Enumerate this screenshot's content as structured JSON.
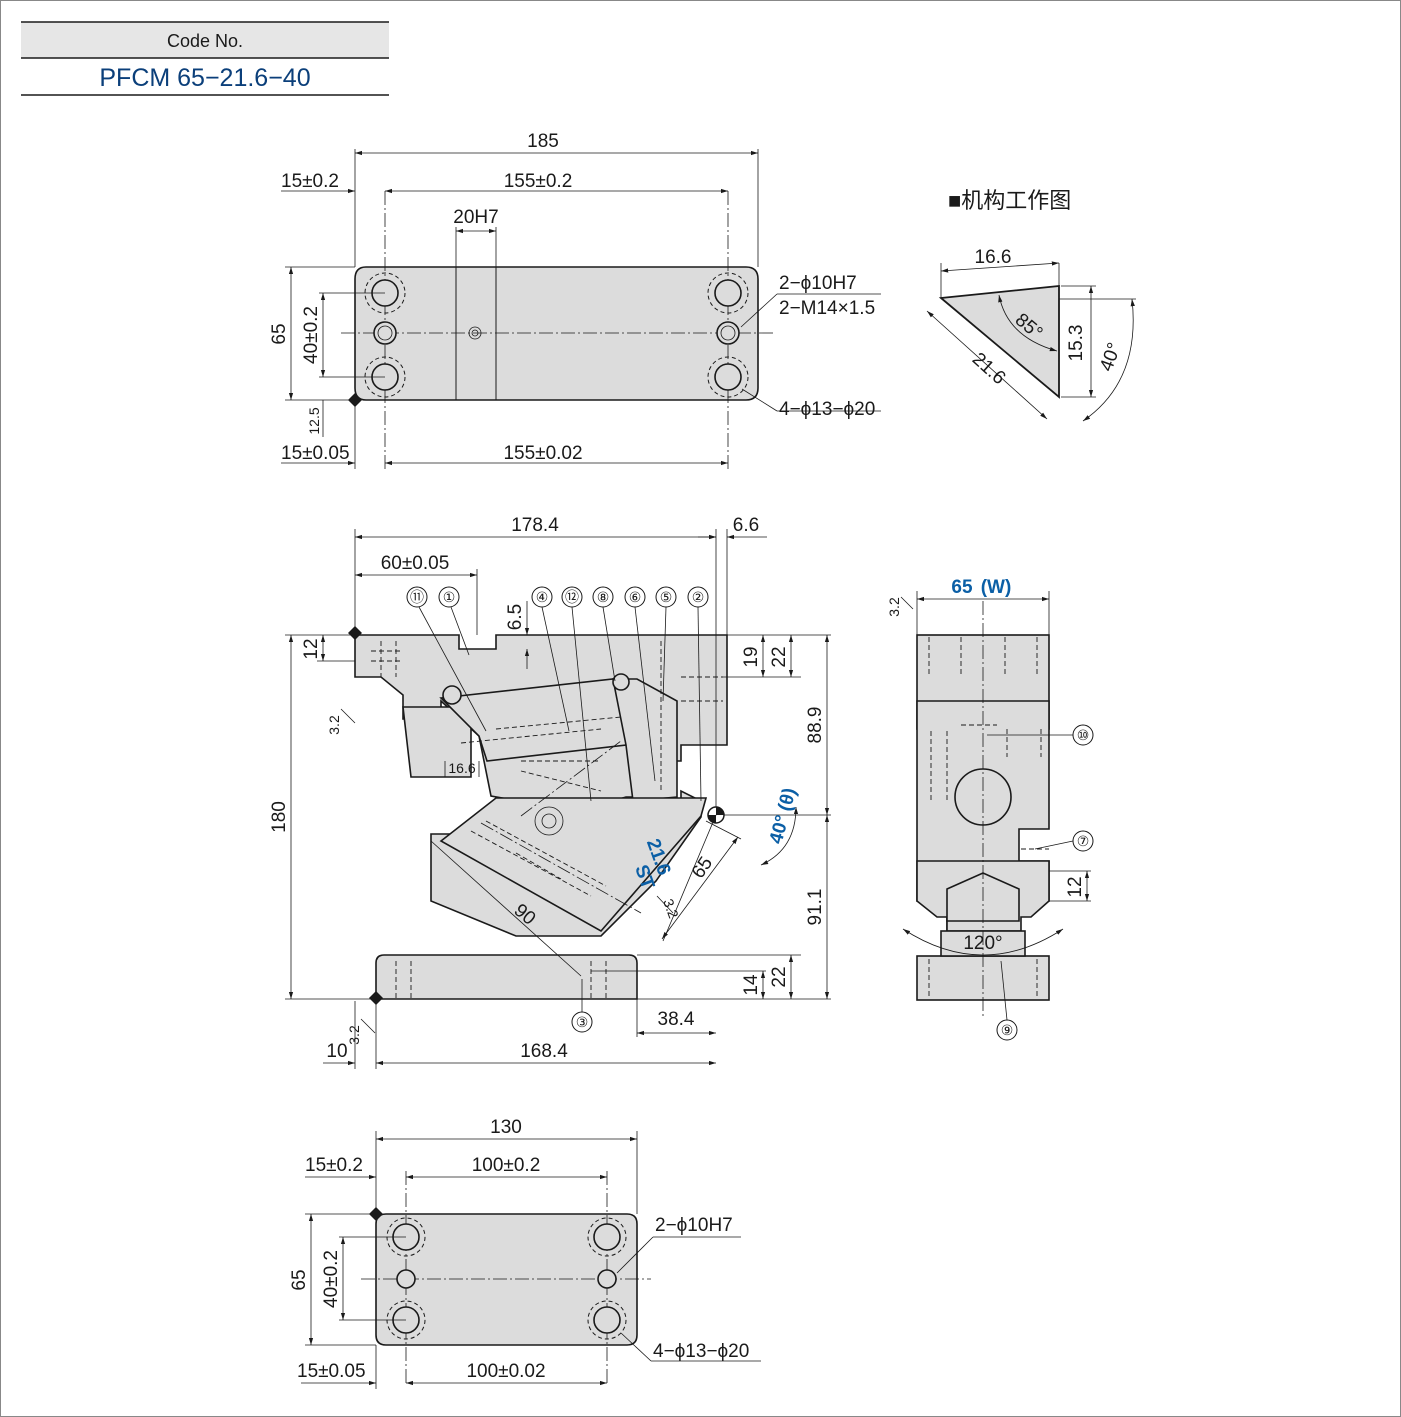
{
  "header": {
    "code_label": "Code No.",
    "code_value": "PFCM 65−­21.6−40"
  },
  "mechanism": {
    "title": "■机构工作图",
    "dim_top": "16.6",
    "dim_hyp": "21.6",
    "dim_vert": "15.3",
    "angle_85": "85°",
    "angle_40": "40°"
  },
  "top_view": {
    "width_total": "185",
    "pitch_left": "15±0.2",
    "pitch_span": "155±0.2",
    "slot": "20H7",
    "height": "65",
    "hole_pitch": "40±0.2",
    "edge_12_5": "12.5",
    "pitch_left_b": "15±0.05",
    "pitch_span_b": "155±0.02",
    "note_pin": "2−ϕ10H7",
    "note_thread": "2−M14×1.5",
    "note_cbore": "4−ϕ13−ϕ20"
  },
  "front_view": {
    "width_178": "178.4",
    "offset_6_6": "6.6",
    "dim_60": "60±0.05",
    "dim_6_5": "6.5",
    "dim_12": "12",
    "dim_19": "19",
    "dim_22_top": "22",
    "dim_88_9": "88.9",
    "height_180": "180",
    "dim_16_6": "16.6",
    "dim_65": "65",
    "dim_90": "90",
    "stroke_value": "21.6",
    "stroke_label": "ST",
    "angle": "40°",
    "theta": "(θ)",
    "dim_91_1": "91.1",
    "dim_14": "14",
    "dim_22_bot": "22",
    "dim_38_4": "38.4",
    "dim_10": "10",
    "dim_168_4": "168.4",
    "roughness": "3.2"
  },
  "side_view": {
    "width": "65",
    "width_tag": "(W)",
    "angle_120": "120°",
    "dim_12": "12",
    "roughness": "3.2"
  },
  "bottom_view": {
    "width_total": "130",
    "pitch_left": "15±0.2",
    "pitch_span": "100±0.2",
    "height": "65",
    "hole_pitch": "40±0.2",
    "pitch_left_b": "15±0.05",
    "pitch_span_b": "100±0.02",
    "note_pin": "2−ϕ10H7",
    "note_cbore": "4−ϕ13−ϕ20"
  },
  "callouts": [
    "①",
    "②",
    "③",
    "④",
    "⑤",
    "⑥",
    "⑦",
    "⑧",
    "⑨",
    "⑩",
    "⑪",
    "⑫"
  ],
  "colors": {
    "part_fill": "#dcdcdc",
    "line": "#1a1a1a",
    "accent": "#0b5fa6"
  }
}
